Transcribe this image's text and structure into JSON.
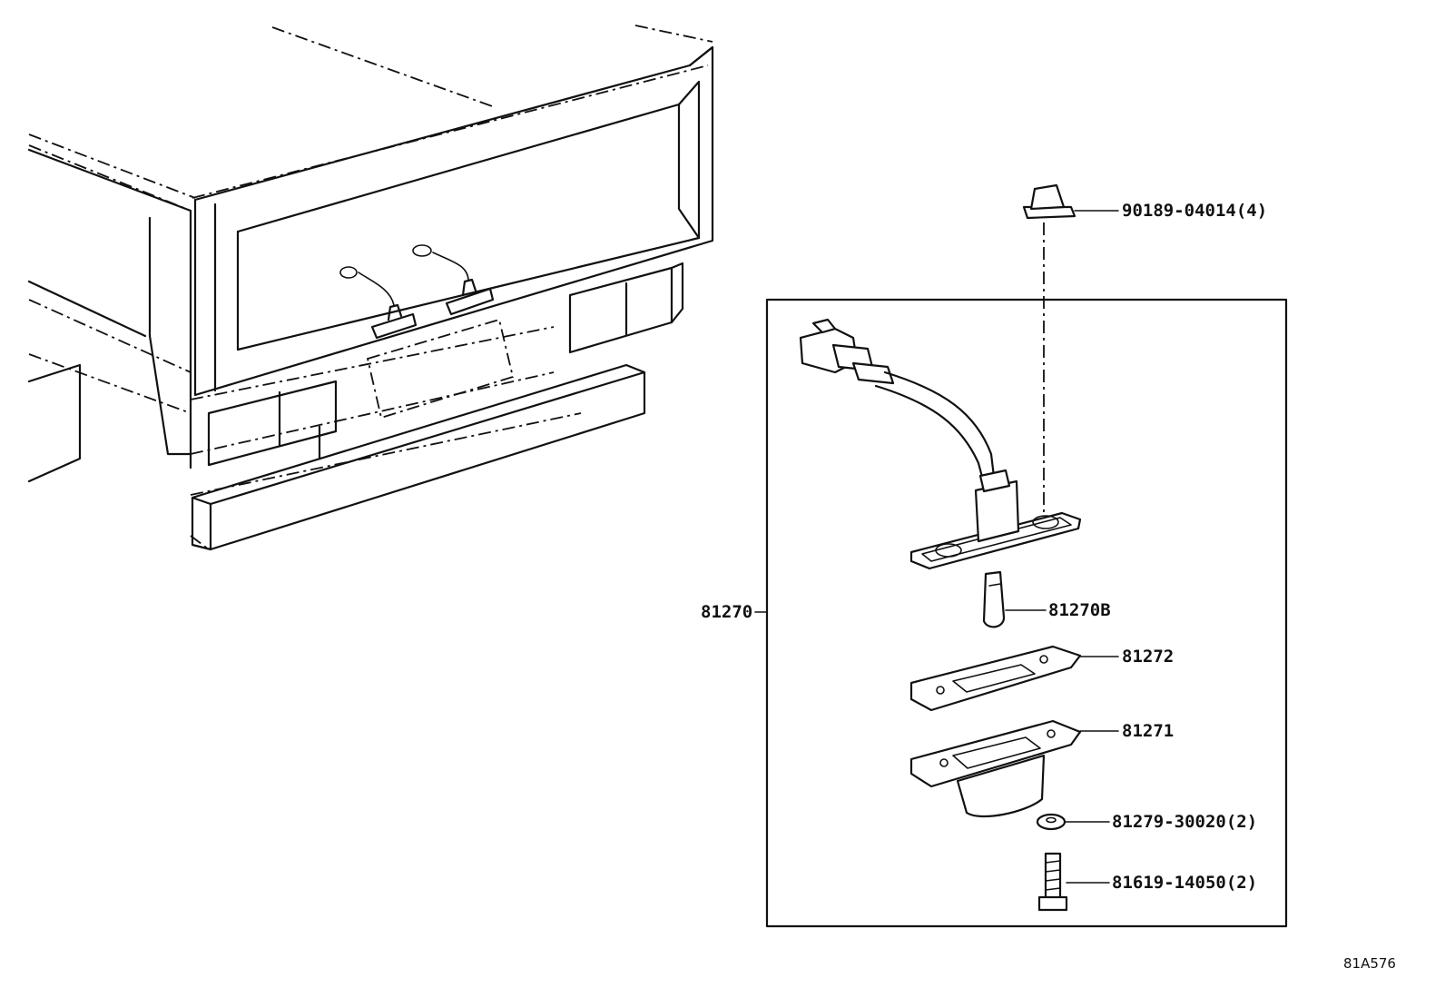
{
  "parts": {
    "clip": "90189-04014(4)",
    "assembly": "81270",
    "bulb": "81270B",
    "gasket": "81272",
    "housing": "81271",
    "nut": "81279-30020(2)",
    "screw": "81619-14050(2)"
  },
  "figure_code": "81A576"
}
